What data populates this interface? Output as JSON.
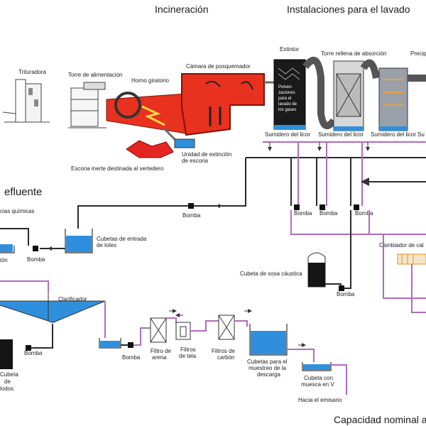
{
  "titles": {
    "incineracion": "Incineración",
    "lavado": "Instalaciones para el lavado",
    "efluente": "efluente",
    "capacidad": "Capacidad nominal a"
  },
  "labels": {
    "trituradora": "Trituradora",
    "torre_alimentacion": "Torre de alimentación",
    "horno": "Horno giratorio",
    "camara": "Cámara de posquemador",
    "extintor": "Extintor",
    "torre_rellena": "Torre rellena de absorción",
    "precip": "Precip",
    "pulv_1": "Pulveri-",
    "pulv_2": "zaciones",
    "pulv_3": "para el",
    "pulv_4": "lavado de",
    "pulv_5": "los gases",
    "sumidero_1": "Sumidero del licor",
    "sumidero_2": "Sumidero del licor",
    "sumidero_3": "Sumidero del licor",
    "sumidero_4": "Su",
    "unidad_1": "Unidad de extinción",
    "unidad_2": "de escoria",
    "escoria": "Escoria inerte destinada al vertedero",
    "bomba_top": "Bomba",
    "bomba_a": "Bomba",
    "bomba_b": "Bomba",
    "bomba_c": "Bomba",
    "bomba_sosa": "Bomba",
    "bomba_left": "Bomba",
    "bomba_clar": "Bomba",
    "bomba_filt": "Bomba",
    "quimicas": "cias químicas",
    "ion": "ión",
    "cubetas_entrada_1": "Cubetas de entrada",
    "cubetas_entrada_2": "de lotes",
    "cambiador": "Cambiador de cal",
    "cubeta_sosa": "Cubeta de sosa cáustica",
    "clarificador": "Clarificador",
    "lodos_1": "Cubeta",
    "lodos_2": "de",
    "lodos_3": "lodos",
    "filtro_arena_1": "Filtro de",
    "filtro_arena_2": "arena",
    "filtros_tela_1": "Filtros",
    "filtros_tela_2": "de tela",
    "filtros_carbon_1": "Filtros de",
    "filtros_carbon_2": "carbón",
    "cubetas_muestreo_1": "Cubetas para el",
    "cubetas_muestreo_2": "muestreo de la",
    "cubetas_muestreo_3": "descarga",
    "cubeta_muesca_1": "Cubeta con",
    "cubeta_muesca_2": "muesca en V",
    "emisario": "Hacia el emisario"
  },
  "colors": {
    "water": "#2f8fdc",
    "furnace": "#e8311e",
    "slag": "#e52620",
    "sludge": "#151515",
    "pipe_pink": "#b06ac0",
    "pipe_black": "#2a2a2a"
  }
}
